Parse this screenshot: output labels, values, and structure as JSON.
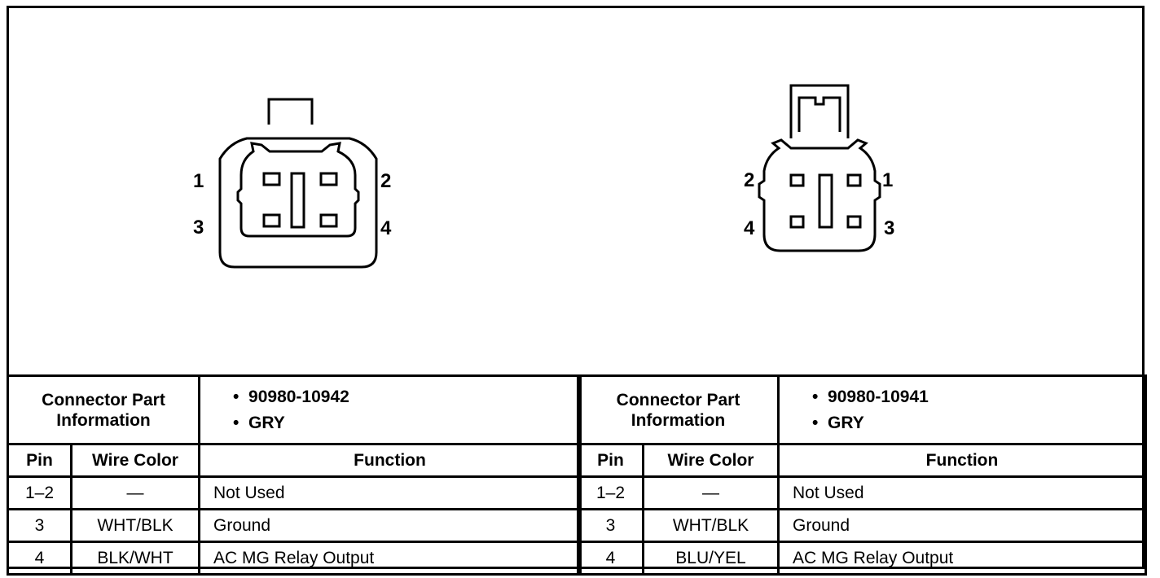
{
  "left": {
    "pin_labels": [
      "1",
      "2",
      "3",
      "4"
    ],
    "part_header": [
      "Connector Part",
      "Information"
    ],
    "part_info": [
      "90980-10942",
      "GRY"
    ],
    "bullet": "•",
    "columns": {
      "pin": "Pin",
      "wire_color": "Wire Color",
      "function": "Function"
    },
    "rows": [
      {
        "pin": "1–2",
        "wire_color": "—",
        "function": "Not Used"
      },
      {
        "pin": "3",
        "wire_color": "WHT/BLK",
        "function": "Ground"
      },
      {
        "pin": "4",
        "wire_color": "BLK/WHT",
        "function": "AC MG Relay Output"
      }
    ]
  },
  "right": {
    "pin_labels": [
      "2",
      "1",
      "4",
      "3"
    ],
    "part_header": [
      "Connector Part",
      "Information"
    ],
    "part_info": [
      "90980-10941",
      "GRY"
    ],
    "bullet": "•",
    "columns": {
      "pin": "Pin",
      "wire_color": "Wire Color",
      "function": "Function"
    },
    "rows": [
      {
        "pin": "1–2",
        "wire_color": "—",
        "function": "Not Used"
      },
      {
        "pin": "3",
        "wire_color": "WHT/BLK",
        "function": "Ground"
      },
      {
        "pin": "4",
        "wire_color": "BLU/YEL",
        "function": "AC MG Relay Output"
      }
    ]
  }
}
